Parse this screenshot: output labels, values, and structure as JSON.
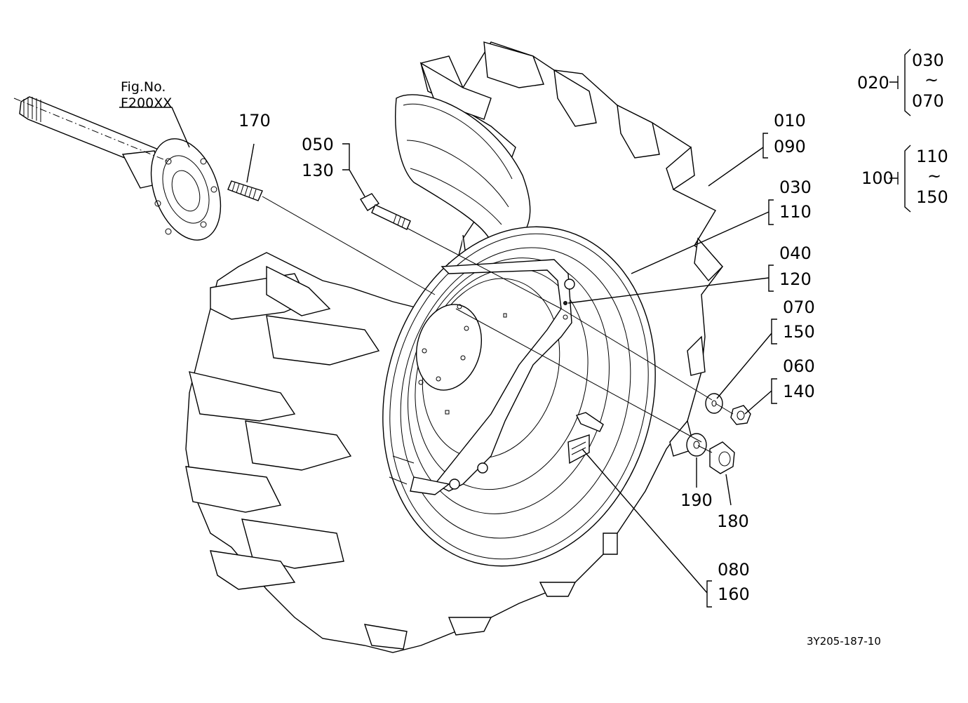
{
  "figure": {
    "ref_title": "Fig.No.",
    "ref_code": "F200XX",
    "drawing_number": "3Y205-187-10"
  },
  "callouts": {
    "c170": "170",
    "c050": "050",
    "c130": "130",
    "c010": "010",
    "c090": "090",
    "c030": "030",
    "c110": "110",
    "c040": "040",
    "c120": "120",
    "c070": "070",
    "c150": "150",
    "c060": "060",
    "c140": "140",
    "c190": "190",
    "c180": "180",
    "c080": "080",
    "c160": "160"
  },
  "legend": {
    "group_020": {
      "parent": "020",
      "from": "030",
      "tilde": "~",
      "to": "070"
    },
    "group_100": {
      "parent": "100",
      "from": "110",
      "tilde": "~",
      "to": "150"
    }
  }
}
